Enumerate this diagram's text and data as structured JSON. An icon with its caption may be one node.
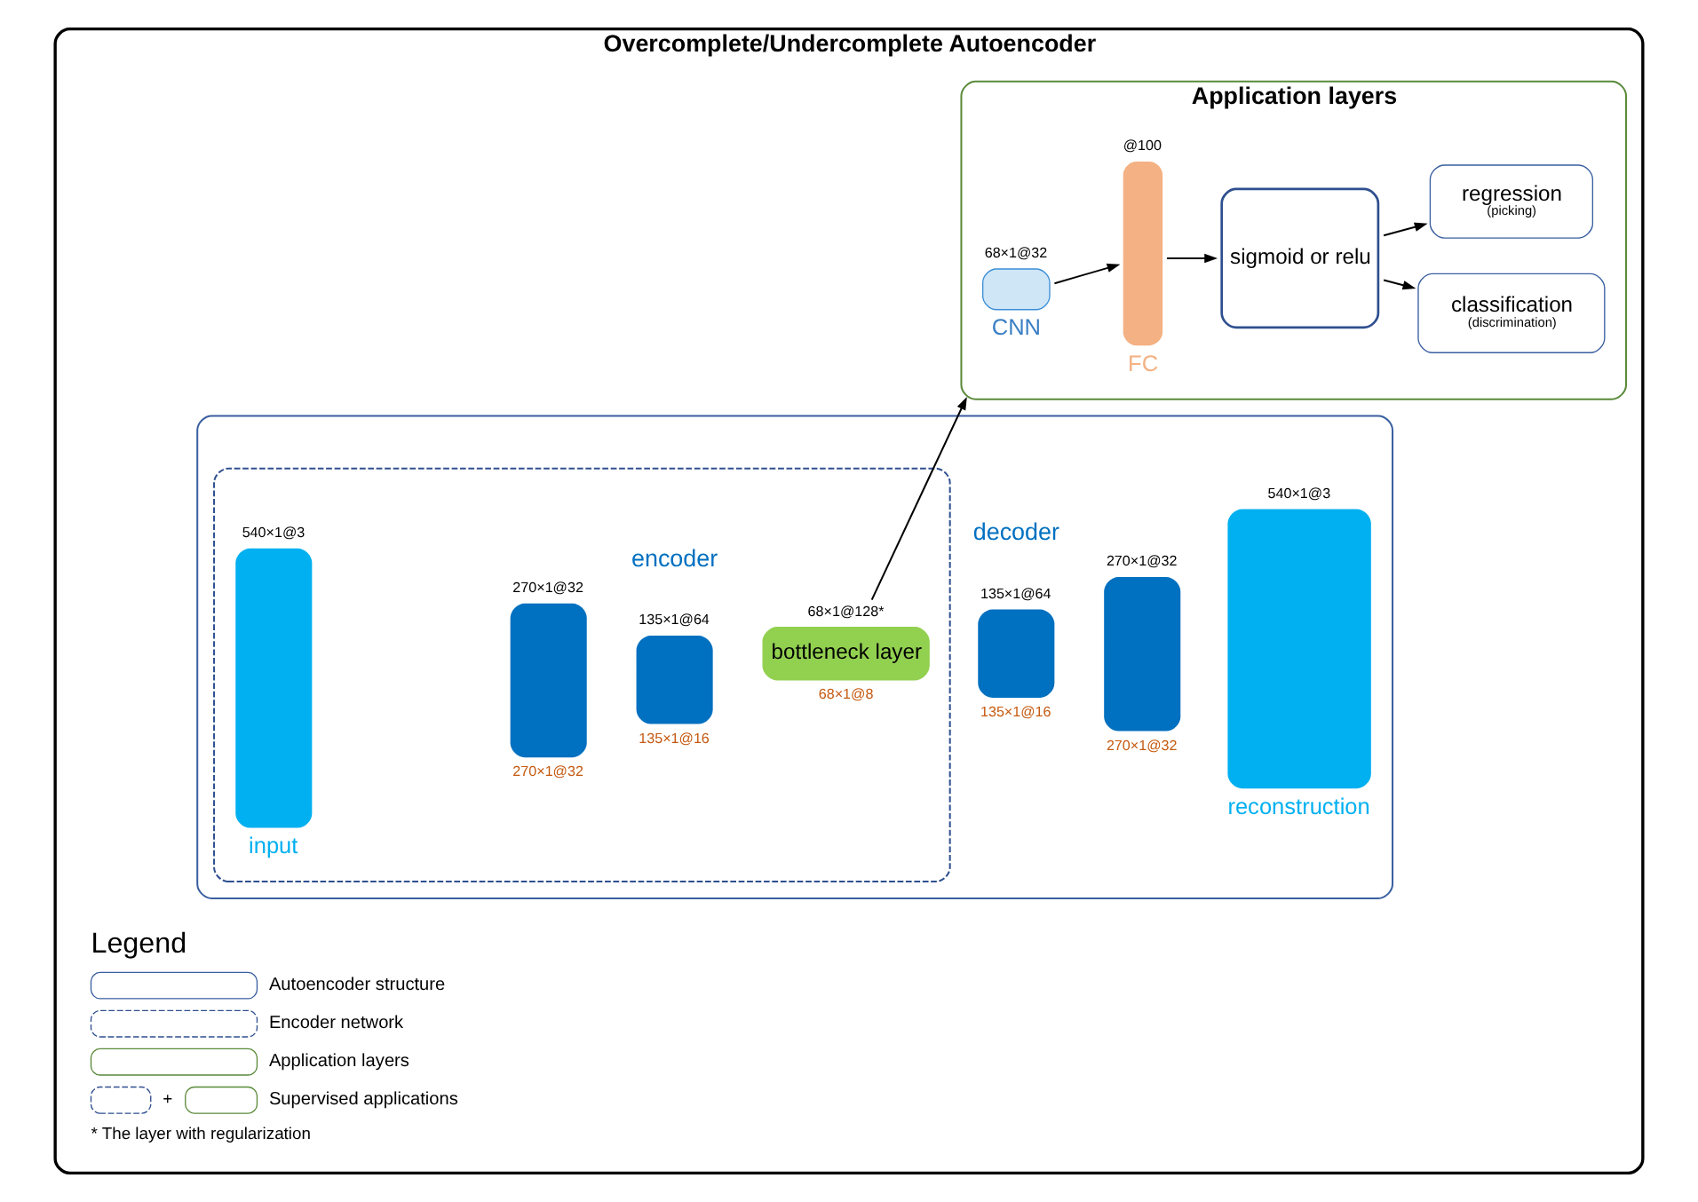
{
  "diagram": {
    "nodes": [
      {
        "text": [
          "Overcomplete/Undercomplete Autoencoder"
        ]
      },
      {
        "text": [],
        "shape": "box",
        "in": 0
      },
      {
        "text": [],
        "shape": "box",
        "in": 1
      },
      {
        "text": [],
        "shape": "bar",
        "in": 2,
        "beside": [
          "540×1@3",
          "input"
        ]
      },
      {
        "text": [],
        "shape": "bar",
        "in": 2,
        "beside": [
          "270×1@32",
          "270×1@32"
        ]
      },
      {
        "text": [],
        "shape": "bar",
        "in": 2,
        "beside": [
          "135×1@64",
          "135×1@16"
        ]
      },
      {
        "text": [
          "bottleneck layer"
        ],
        "in": 2,
        "beside": [
          "68×1@128*",
          "68×1@8"
        ]
      },
      {
        "text": [],
        "shape": "bar",
        "in": 1,
        "beside": [
          "135×1@64",
          "135×1@16"
        ]
      },
      {
        "text": [],
        "shape": "bar",
        "in": 1,
        "beside": [
          "270×1@32",
          "270×1@32"
        ]
      },
      {
        "text": [],
        "shape": "bar",
        "in": 1,
        "beside": [
          "540×1@3",
          "reconstruction"
        ]
      },
      {
        "text": [
          "Application layers"
        ],
        "in": 0
      },
      {
        "text": [],
        "shape": "box",
        "in": 10,
        "beside": [
          "68×1@32",
          "CNN"
        ]
      },
      {
        "text": [],
        "shape": "bar",
        "in": 10,
        "beside": [
          "@100",
          "FC"
        ]
      },
      {
        "text": [
          "sigmoid or relu"
        ],
        "in": 10
      },
      {
        "text": [
          "classification",
          "(discrimination)"
        ],
        "in": 10
      },
      {
        "text": [
          "regression",
          "(picking)"
        ],
        "in": 10
      }
    ],
    "edges": [
      {
        "from": 6,
        "to": 10,
        "arrow": "to"
      },
      {
        "from": 11,
        "to": 12,
        "arrow": "to"
      },
      {
        "from": 12,
        "to": 13,
        "arrow": "to"
      },
      {
        "from": 13,
        "to": 14,
        "arrow": "to"
      },
      {
        "from": 13,
        "to": 15,
        "arrow": "to"
      }
    ],
    "labels": [
      "encoder",
      "decoder",
      "Legend",
      "+",
      "* The layer with regularization"
    ],
    "legend": [
      {
        "text": "Autoencoder structure"
      },
      {
        "text": "Encoder network"
      },
      {
        "text": "Application layers"
      },
      {
        "text": "Supervised applications"
      }
    ]
  }
}
